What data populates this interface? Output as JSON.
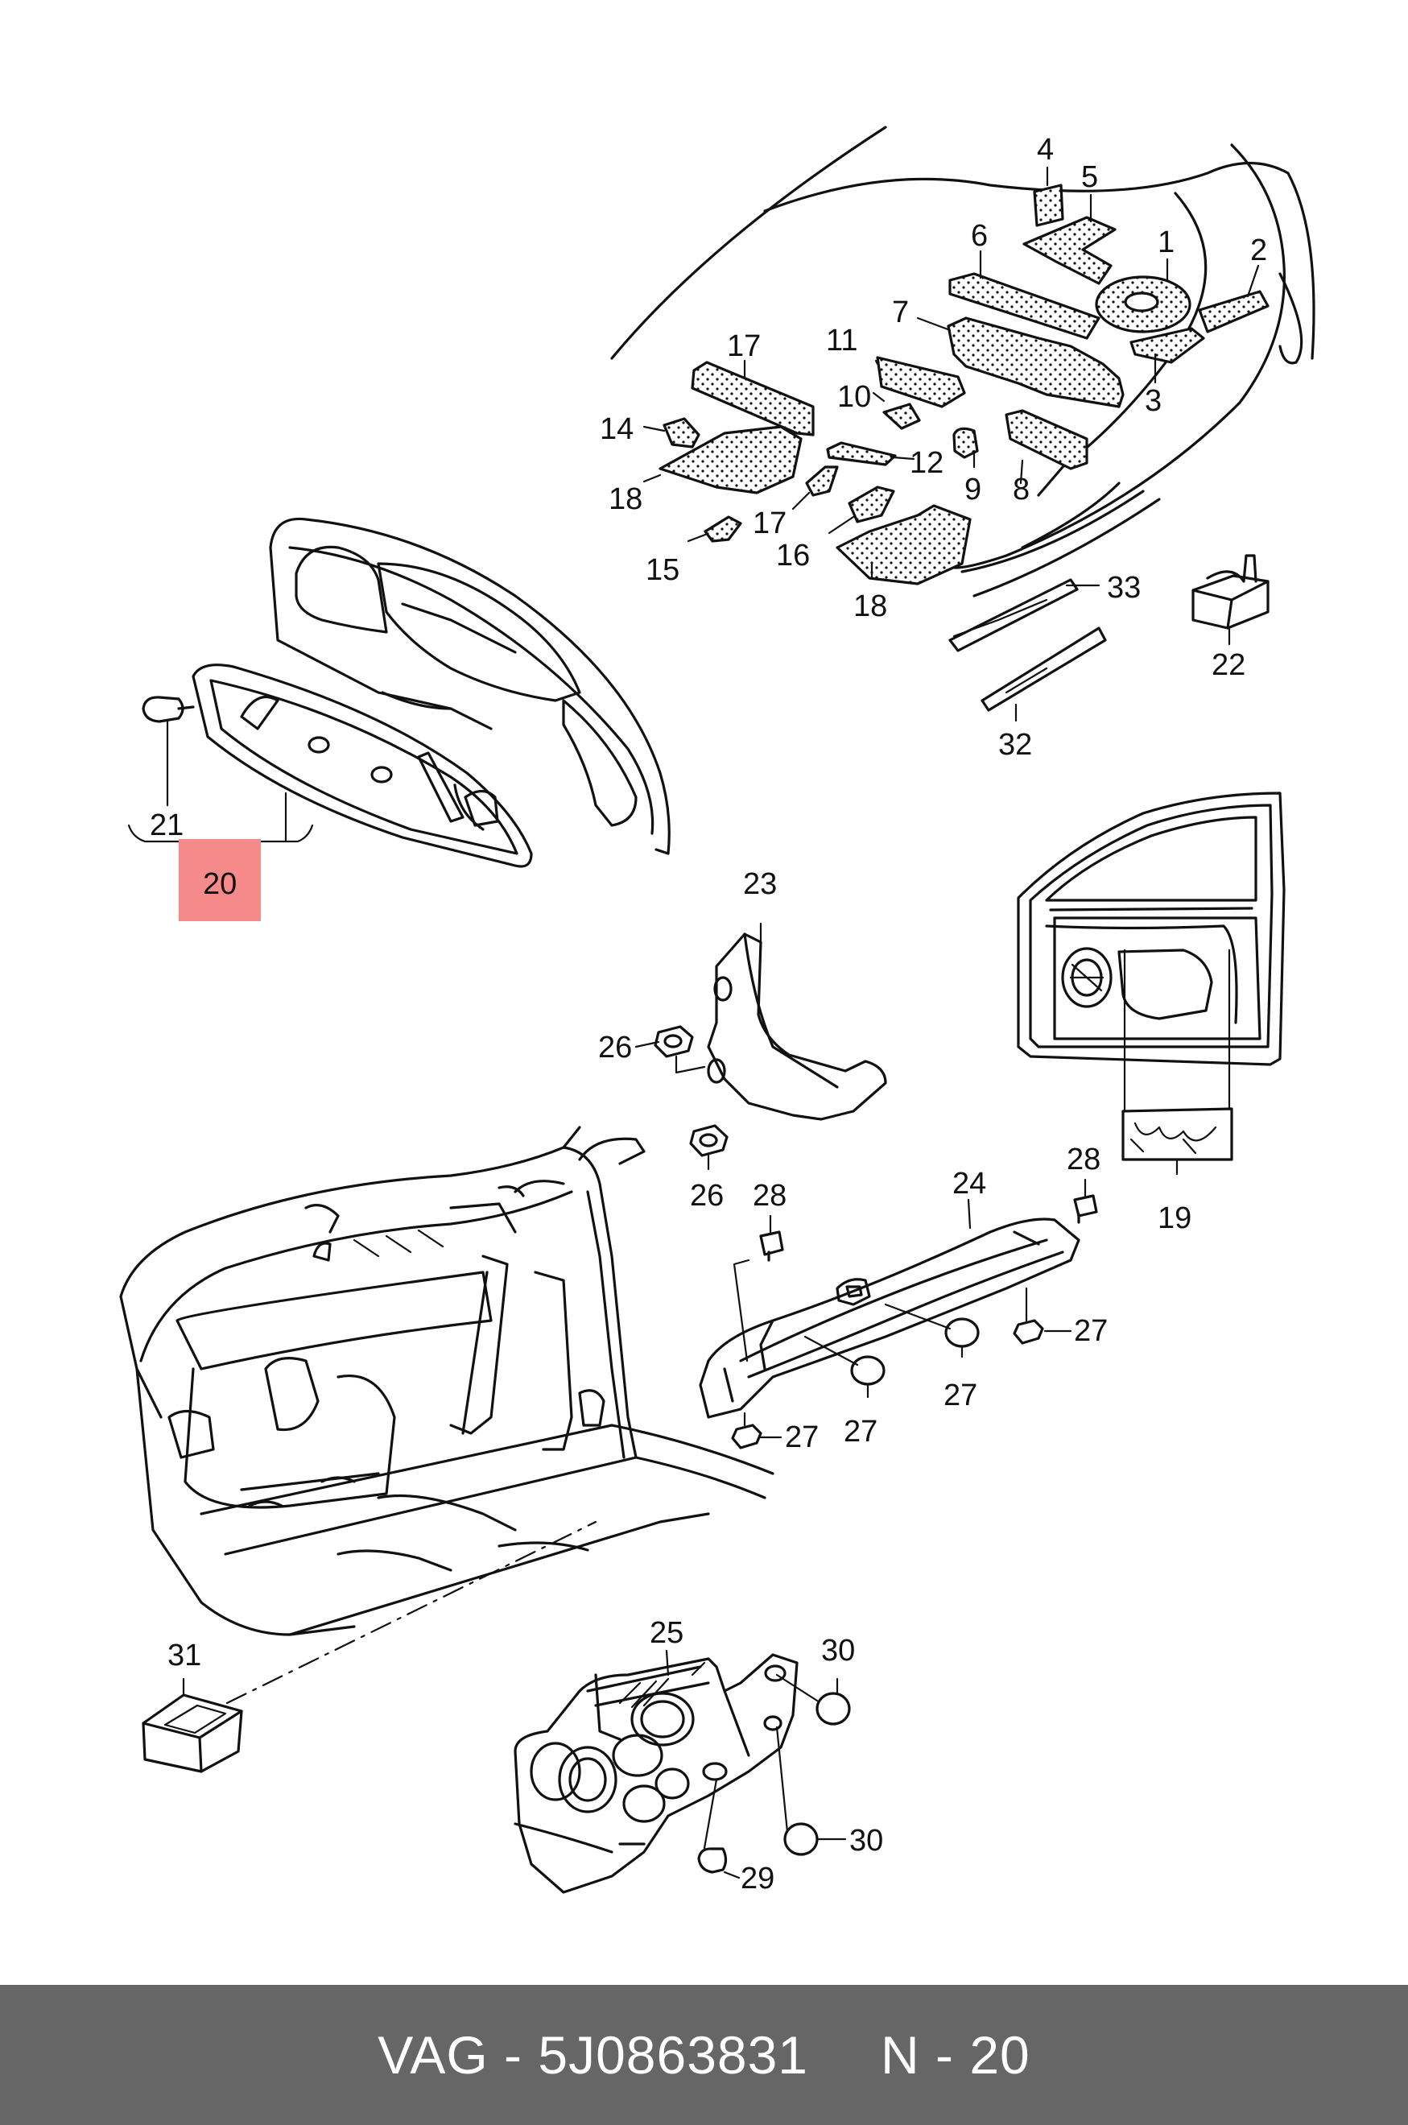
{
  "highlight_color": "#f48a8a",
  "footer_color": "#666666",
  "footer": {
    "part": "VAG - 5J0863831",
    "ref": "N - 20"
  },
  "callouts": {
    "c1": "1",
    "c2": "2",
    "c3": "3",
    "c4": "4",
    "c5": "5",
    "c6": "6",
    "c7": "7",
    "c8": "8",
    "c9": "9",
    "c10": "10",
    "c11": "11",
    "c12": "12",
    "c14": "14",
    "c15": "15",
    "c16": "16",
    "c17a": "17",
    "c17b": "17",
    "c18a": "18",
    "c18b": "18",
    "c19": "19",
    "c20": "20",
    "c21": "21",
    "c22": "22",
    "c23": "23",
    "c24": "24",
    "c25": "25",
    "c26a": "26",
    "c26b": "26",
    "c27a": "27",
    "c27b": "27",
    "c27c": "27",
    "c27d": "27",
    "c28a": "28",
    "c28b": "28",
    "c29": "29",
    "c30a": "30",
    "c30b": "30",
    "c31": "31",
    "c32": "32",
    "c33": "33"
  }
}
